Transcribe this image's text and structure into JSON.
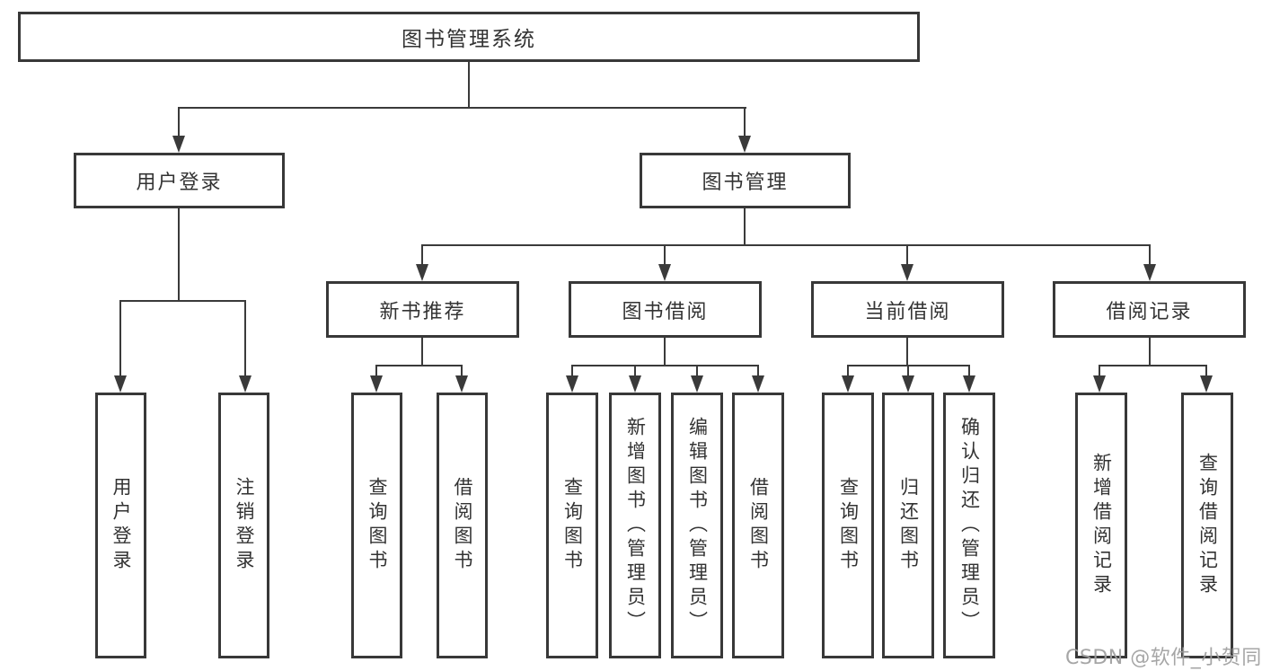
{
  "tree": {
    "label": "图书管理系统",
    "children": [
      {
        "label": "用户登录",
        "children": [
          {
            "label": "用户登录"
          },
          {
            "label": "注销登录"
          }
        ]
      },
      {
        "label": "图书管理",
        "children": [
          {
            "label": "新书推荐",
            "children": [
              {
                "label": "查询图书"
              },
              {
                "label": "借阅图书"
              }
            ]
          },
          {
            "label": "图书借阅",
            "children": [
              {
                "label": "查询图书"
              },
              {
                "label": "新增图书（管理员）"
              },
              {
                "label": "编辑图书（管理员）"
              },
              {
                "label": "借阅图书"
              }
            ]
          },
          {
            "label": "当前借阅",
            "children": [
              {
                "label": "查询图书"
              },
              {
                "label": "归还图书"
              },
              {
                "label": "确认归还（管理员）"
              }
            ]
          },
          {
            "label": "借阅记录",
            "children": [
              {
                "label": "新增借阅记录"
              },
              {
                "label": "查询借阅记录"
              }
            ]
          }
        ]
      }
    ]
  },
  "watermark": {
    "text": "CSDN @软件_小贺同学"
  },
  "colors": {
    "line": "#3a3a3a",
    "border": "#383838",
    "text": "#333333",
    "watermark": "#9e9e9e",
    "background": "#ffffff"
  }
}
